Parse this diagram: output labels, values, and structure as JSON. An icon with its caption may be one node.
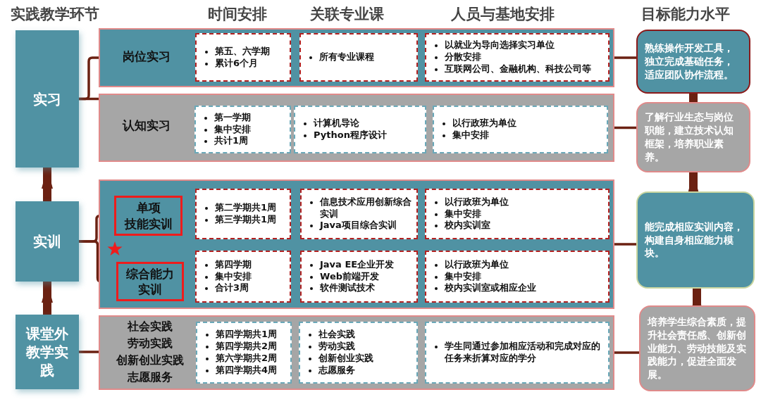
{
  "diagram": {
    "nodes": [
      {
        "text": [
          "实习"
        ]
      },
      {
        "text": [
          "实训"
        ]
      },
      {
        "text": [
          "课堂外教学实践"
        ]
      },
      {
        "text": [
          "岗位实习"
        ]
      },
      {
        "text": [
          "第五、六学期",
          "累计6个月"
        ],
        "in": 3
      },
      {
        "text": [
          "所有专业课程"
        ],
        "in": 3
      },
      {
        "text": [
          "以就业为导向选择实习单位",
          "分散安排",
          "互联网公司、金融机构、科技公司等"
        ],
        "in": 3
      },
      {
        "text": [
          "认知实习"
        ]
      },
      {
        "text": [
          "第一学期",
          "集中安排",
          "共计1周"
        ],
        "in": 7
      },
      {
        "text": [
          "计算机导论",
          "Python程序设计"
        ],
        "in": 7
      },
      {
        "text": [
          "以行政班为单位",
          "集中安排"
        ],
        "in": 7
      },
      {
        "text": [],
        "shape": "box"
      },
      {
        "text": [
          "单项技能实训"
        ],
        "in": 11
      },
      {
        "text": [
          "第二学期共1周",
          "第三学期共1周"
        ],
        "in": 11
      },
      {
        "text": [
          "信息技术应用创新综合实训",
          "Java项目综合实训"
        ],
        "in": 11
      },
      {
        "text": [
          "以行政班为单位",
          "集中安排",
          "校内实训室"
        ],
        "in": 11
      },
      {
        "text": [
          "综合能力实训"
        ],
        "in": 11
      },
      {
        "text": [
          "第四学期",
          "集中安排",
          "合计3周"
        ],
        "in": 11
      },
      {
        "text": [
          "Java EE企业开发",
          "Web前端开发",
          "软件测试技术"
        ],
        "in": 11
      },
      {
        "text": [
          "以行政班为单位",
          "集中安排",
          "校内实训室或相应企业"
        ],
        "in": 11
      },
      {
        "text": [
          "社会实践",
          "劳动实践",
          "创新创业实践",
          "志愿服务"
        ]
      },
      {
        "text": [
          "第四学期共1周",
          "第四学期共2周",
          "第六学期共2周",
          "第四学期共4周"
        ],
        "in": 20
      },
      {
        "text": [
          "社会实践",
          "劳动实践",
          "创新创业实践",
          "志愿服务"
        ],
        "in": 20
      },
      {
        "text": [
          "学生同通过参加相应活动和完成对应的任务来折算对应的学分"
        ],
        "in": 20
      },
      {
        "text": [
          "熟练操作开发工具，独立完成基础任务，适应团队协作流程。"
        ]
      },
      {
        "text": [
          "了解行业生态与岗位职能，建立技术认知框架，培养职业素养。"
        ]
      },
      {
        "text": [
          "能完成相应实训内容，构建自身相应能力模块。"
        ]
      },
      {
        "text": [
          "培养学生综合素质，提升社会责任感、创新创业能力、劳动技能及实践能力，促进全面发展。"
        ]
      }
    ],
    "edges": [
      {
        "from": 1,
        "to": 0,
        "arrow": "to",
        "style": "thick"
      },
      {
        "from": 2,
        "to": 1,
        "arrow": "to",
        "style": "thick"
      },
      {
        "from": 0,
        "to": 3,
        "arrow": "none"
      },
      {
        "from": 0,
        "to": 7,
        "arrow": "none"
      },
      {
        "from": 1,
        "to": 12,
        "arrow": "none"
      },
      {
        "from": 1,
        "to": 16,
        "arrow": "none"
      },
      {
        "from": 2,
        "to": 20,
        "arrow": "none"
      },
      {
        "from": 3,
        "to": 24,
        "arrow": "none"
      },
      {
        "from": 7,
        "to": 25,
        "arrow": "none"
      },
      {
        "from": 11,
        "to": 26,
        "arrow": "none"
      },
      {
        "from": 20,
        "to": 27,
        "arrow": "none"
      },
      {
        "from": 27,
        "to": 26,
        "arrow": "to",
        "style": "thick"
      },
      {
        "from": 26,
        "to": 25,
        "arrow": "to",
        "style": "thick"
      },
      {
        "from": 25,
        "to": 24,
        "arrow": "to",
        "style": "thick"
      }
    ],
    "labels": [
      "实践教学环节",
      "时间安排",
      "关联专业课",
      "人员与基地安排",
      "目标能力水平"
    ]
  }
}
